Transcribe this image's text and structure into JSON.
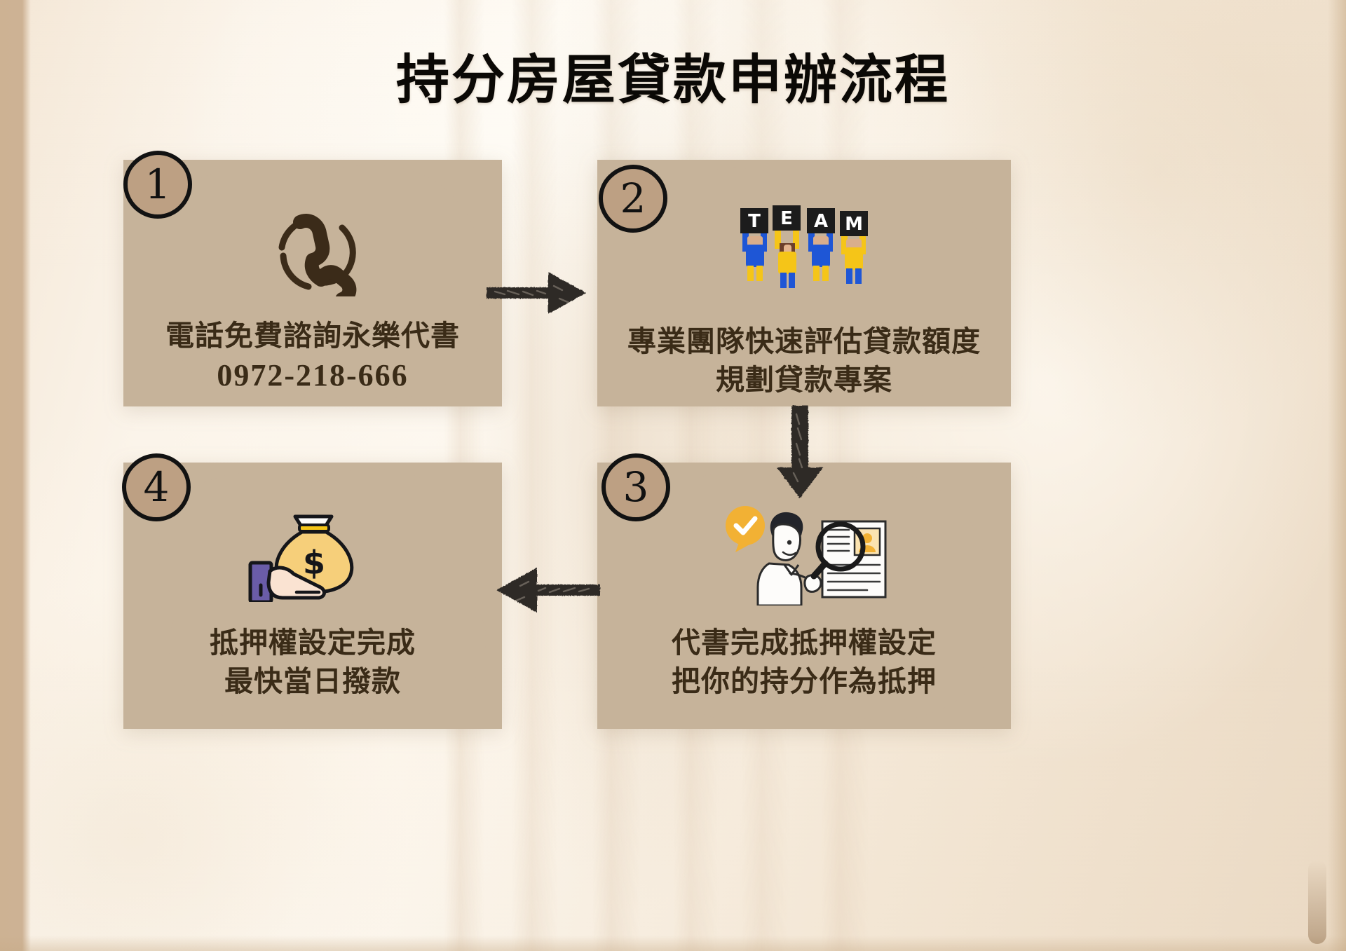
{
  "title": "持分房屋貸款申辦流程",
  "colors": {
    "card": "#c6b39a",
    "text": "#3a2b17",
    "title": "#0b0906",
    "badge_fill": "#bda083",
    "badge_stroke": "#121212",
    "arrow": "#2e2a26",
    "bg_cream": "#fdf8f0",
    "bg_tan": "#cdb293",
    "team_blue": "#1e56d6",
    "team_yellow": "#f5c518",
    "money_bag": "#f6cf7a",
    "sleeve_purple": "#6a5ca8",
    "check_yellow": "#f2b134"
  },
  "steps": [
    {
      "number": "1",
      "icon": "phone-icon",
      "lines": [
        "電話免費諮詢永樂代書",
        "0972-218-666"
      ],
      "phone": "0972-218-666"
    },
    {
      "number": "2",
      "icon": "team-icon",
      "icon_letters": [
        "T",
        "E",
        "A",
        "M"
      ],
      "lines": [
        "專業團隊快速評估貸款額度",
        "規劃貸款專案"
      ]
    },
    {
      "number": "3",
      "icon": "document-review-icon",
      "lines": [
        "代書完成抵押權設定",
        "把你的持分作為抵押"
      ]
    },
    {
      "number": "4",
      "icon": "money-hand-icon",
      "lines": [
        "抵押權設定完成",
        "最快當日撥款"
      ]
    }
  ],
  "arrows": [
    {
      "name": "arrow-right",
      "direction": "right"
    },
    {
      "name": "arrow-down",
      "direction": "down"
    },
    {
      "name": "arrow-left",
      "direction": "left"
    }
  ]
}
